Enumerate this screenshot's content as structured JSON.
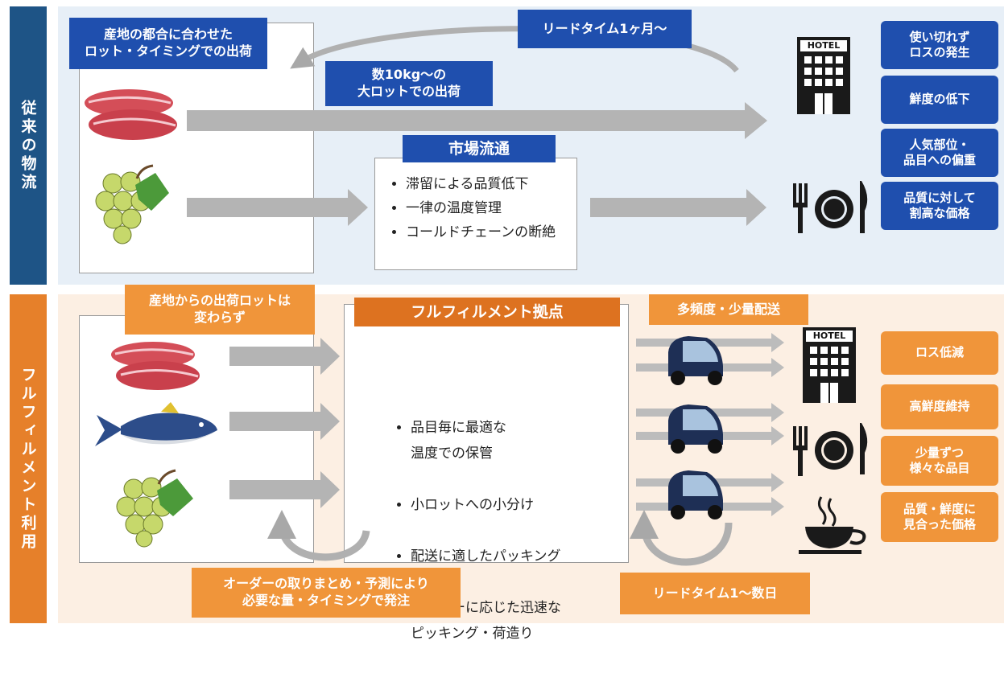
{
  "side_labels": {
    "conventional": "従来の物流",
    "fulfillment": "フルフィルメント利用"
  },
  "top": {
    "origin_callout": "産地の都合に合わせた\nロット・タイミングでの出荷",
    "lead_time": "リードタイム1ヶ月～",
    "large_lot": "数10kg～の\n大ロットでの出荷",
    "market_title": "市場流通",
    "market_items": [
      "滞留による品質低下",
      "一律の温度管理",
      "コールドチェーンの断絶"
    ],
    "hotel_sign": "HOTEL",
    "problems": [
      "使い切れず\nロスの発生",
      "鮮度の低下",
      "人気部位・\n品目への偏重",
      "品質に対して\n割高な価格"
    ]
  },
  "bottom": {
    "origin_callout": "産地からの出荷ロットは\n変わらず",
    "hub_title": "フルフィルメント拠点",
    "hub_items": [
      "品目毎に最適な\n温度での保管",
      "小ロットへの小分け",
      "配送に適したパッキング",
      "オーダーに応じた迅速な\nピッキング・荷造り"
    ],
    "delivery_label": "多頻度・少量配送",
    "order_callout": "オーダーの取りまとめ・予測により\n必要な量・タイミングで発注",
    "lead_time": "リードタイム1～数日",
    "hotel_sign": "HOTEL",
    "benefits": [
      "ロス低減",
      "高鮮度維持",
      "少量ずつ\n様々な品目",
      "品質・鮮度に\n見合った価格"
    ]
  },
  "colors": {
    "navy": "#1e5486",
    "blue": "#1f4fae",
    "orange": "#f0953a",
    "dark_orange": "#dd7220",
    "arrow_gray": "#b4b4b4"
  }
}
